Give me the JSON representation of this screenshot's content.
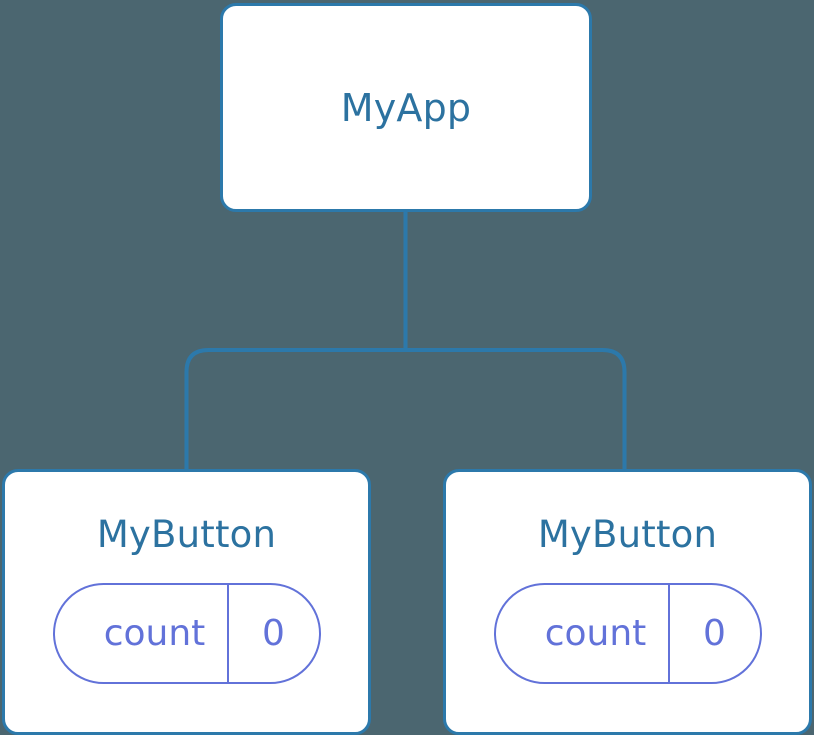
{
  "diagram": {
    "type": "component-tree",
    "background_color": "#4b6670",
    "node_border_color": "#2c79ab",
    "node_text_color": "#2c72a0",
    "state_accent_color": "#6272d9",
    "connector_color": "#2c79ab",
    "root": {
      "label": "MyApp"
    },
    "children": [
      {
        "label": "MyButton",
        "state": {
          "key": "count",
          "value": "0"
        }
      },
      {
        "label": "MyButton",
        "state": {
          "key": "count",
          "value": "0"
        }
      }
    ]
  }
}
